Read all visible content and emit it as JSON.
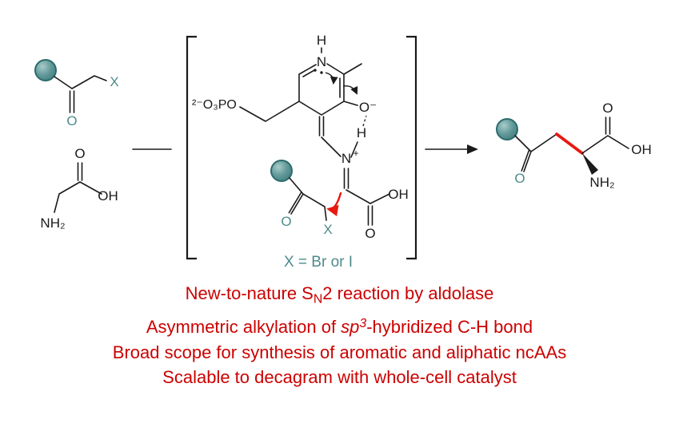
{
  "colors": {
    "ink": "#1a1a1a",
    "teal": "#4e8b8b",
    "red": "#cc0000",
    "arrow-red": "#e8190f"
  },
  "scheme": {
    "labels": {
      "H": "H",
      "N": "N",
      "plus": "+",
      "O": "O",
      "O_minus": "O⁻",
      "OH": "OH",
      "NH2": "NH₂",
      "X": "X",
      "phosphate": "²⁻O₃PO",
      "x_legend": "X = Br or I"
    }
  },
  "taglines": {
    "line1": {
      "pre": "New-to-nature S",
      "sub": "N",
      "post": "2 reaction by aldolase"
    },
    "line2": {
      "pre": "Asymmetric alkylation of ",
      "it": "sp",
      "sup": "3",
      "post": "-hybridized C-H bond"
    },
    "line3": {
      "text": "Broad scope for synthesis of aromatic and aliphatic ncAAs"
    },
    "line4": {
      "text": "Scalable to decagram with whole-cell catalyst"
    }
  }
}
